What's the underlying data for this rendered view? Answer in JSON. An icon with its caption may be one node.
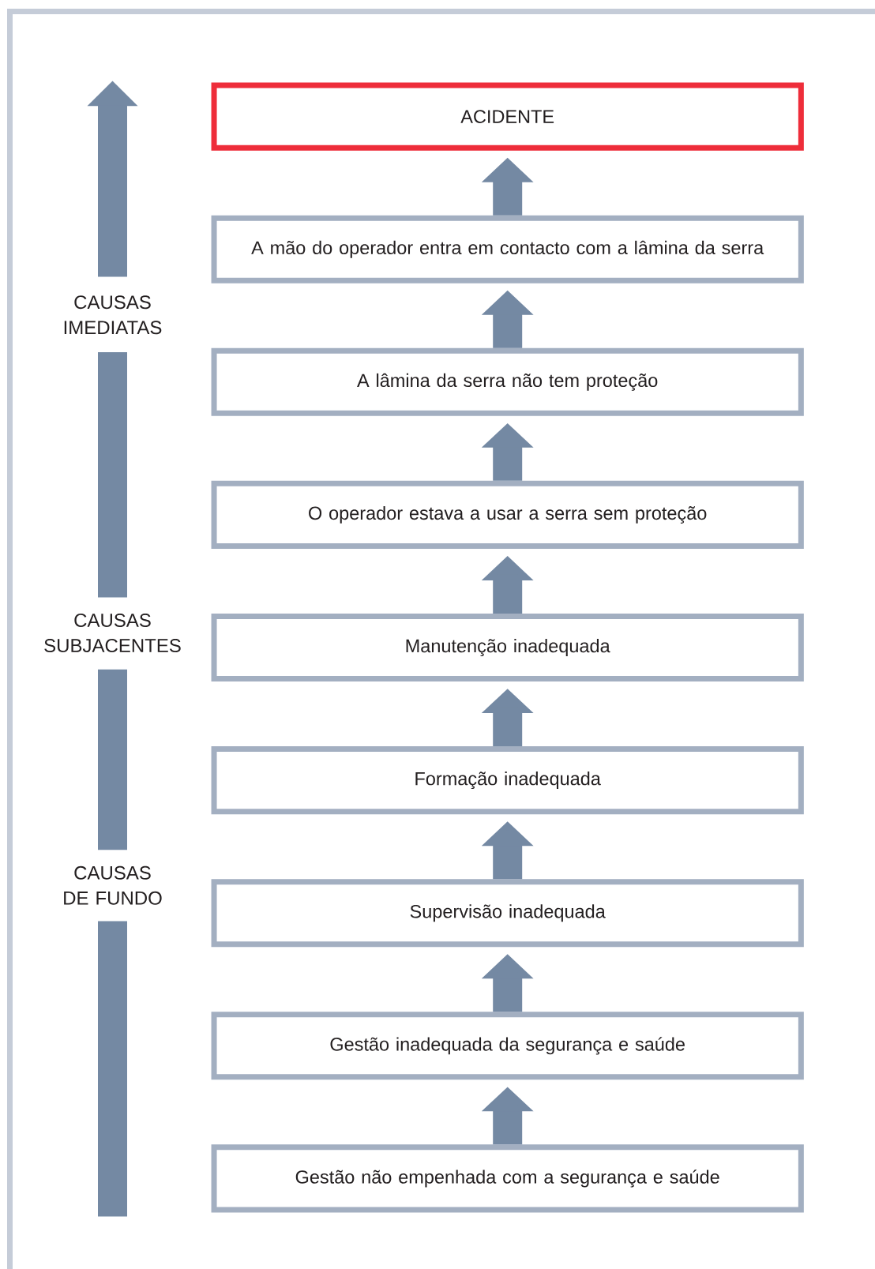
{
  "diagram": {
    "nodes": [
      {
        "text": [
          "ACIDENTE"
        ]
      },
      {
        "text": [
          "A mão do operador entra em contacto com a lâmina da serra"
        ]
      },
      {
        "text": [
          "A lâmina da serra não tem proteção"
        ]
      },
      {
        "text": [
          "O operador estava a usar a serra sem proteção"
        ]
      },
      {
        "text": [
          "Manutenção inadequada"
        ]
      },
      {
        "text": [
          "Formação inadequada"
        ]
      },
      {
        "text": [
          "Supervisão inadequada"
        ]
      },
      {
        "text": [
          "Gestão inadequada da segurança e saúde"
        ]
      },
      {
        "text": [
          "Gestão não empenhada com a segurança e saúde"
        ]
      }
    ],
    "edges": [
      {
        "from": 1,
        "to": 0,
        "arrow": "to"
      },
      {
        "from": 2,
        "to": 1,
        "arrow": "to"
      },
      {
        "from": 3,
        "to": 2,
        "arrow": "to"
      },
      {
        "from": 4,
        "to": 3,
        "arrow": "to"
      },
      {
        "from": 5,
        "to": 4,
        "arrow": "to"
      },
      {
        "from": 6,
        "to": 5,
        "arrow": "to"
      },
      {
        "from": 7,
        "to": 6,
        "arrow": "to"
      },
      {
        "from": 8,
        "to": 7,
        "arrow": "to"
      }
    ],
    "labels": [
      "CAUSAS IMEDIATAS",
      "CAUSAS SUBJACENTES",
      "CAUSAS DE FUNDO"
    ]
  }
}
